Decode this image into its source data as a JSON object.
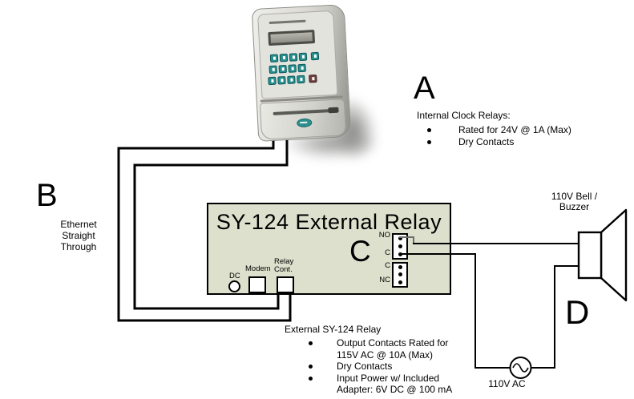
{
  "section_a": {
    "letter": "A",
    "title": "Internal Clock Relays:",
    "bullets": [
      "Rated for 24V @ 1A (Max)",
      "Dry Contacts"
    ]
  },
  "section_b": {
    "letter": "B",
    "label": "Ethernet\nStraight\nThrough"
  },
  "relay_box": {
    "title": "SY-124 External Relay",
    "letter": "C",
    "terminals": [
      "NO",
      "C",
      "C",
      "NC"
    ],
    "ports": {
      "dc": "DC",
      "modem": "Modem",
      "relay_cont": "Relay\nCont."
    }
  },
  "section_d": {
    "letter": "D",
    "bell_label": "110V Bell /\nBuzzer",
    "ac_label": "110V AC"
  },
  "notes": {
    "title": "External SY-124 Relay",
    "bullets": [
      "Output Contacts Rated for 115V AC @ 10A (Max)",
      "Dry Contacts",
      "Input Power w/ Included Adapter: 6V DC @ 100 mA"
    ]
  },
  "colors": {
    "relay_box_fill": "#dde0cc",
    "keypad_teal": "#26908f",
    "wire": "#000000"
  }
}
